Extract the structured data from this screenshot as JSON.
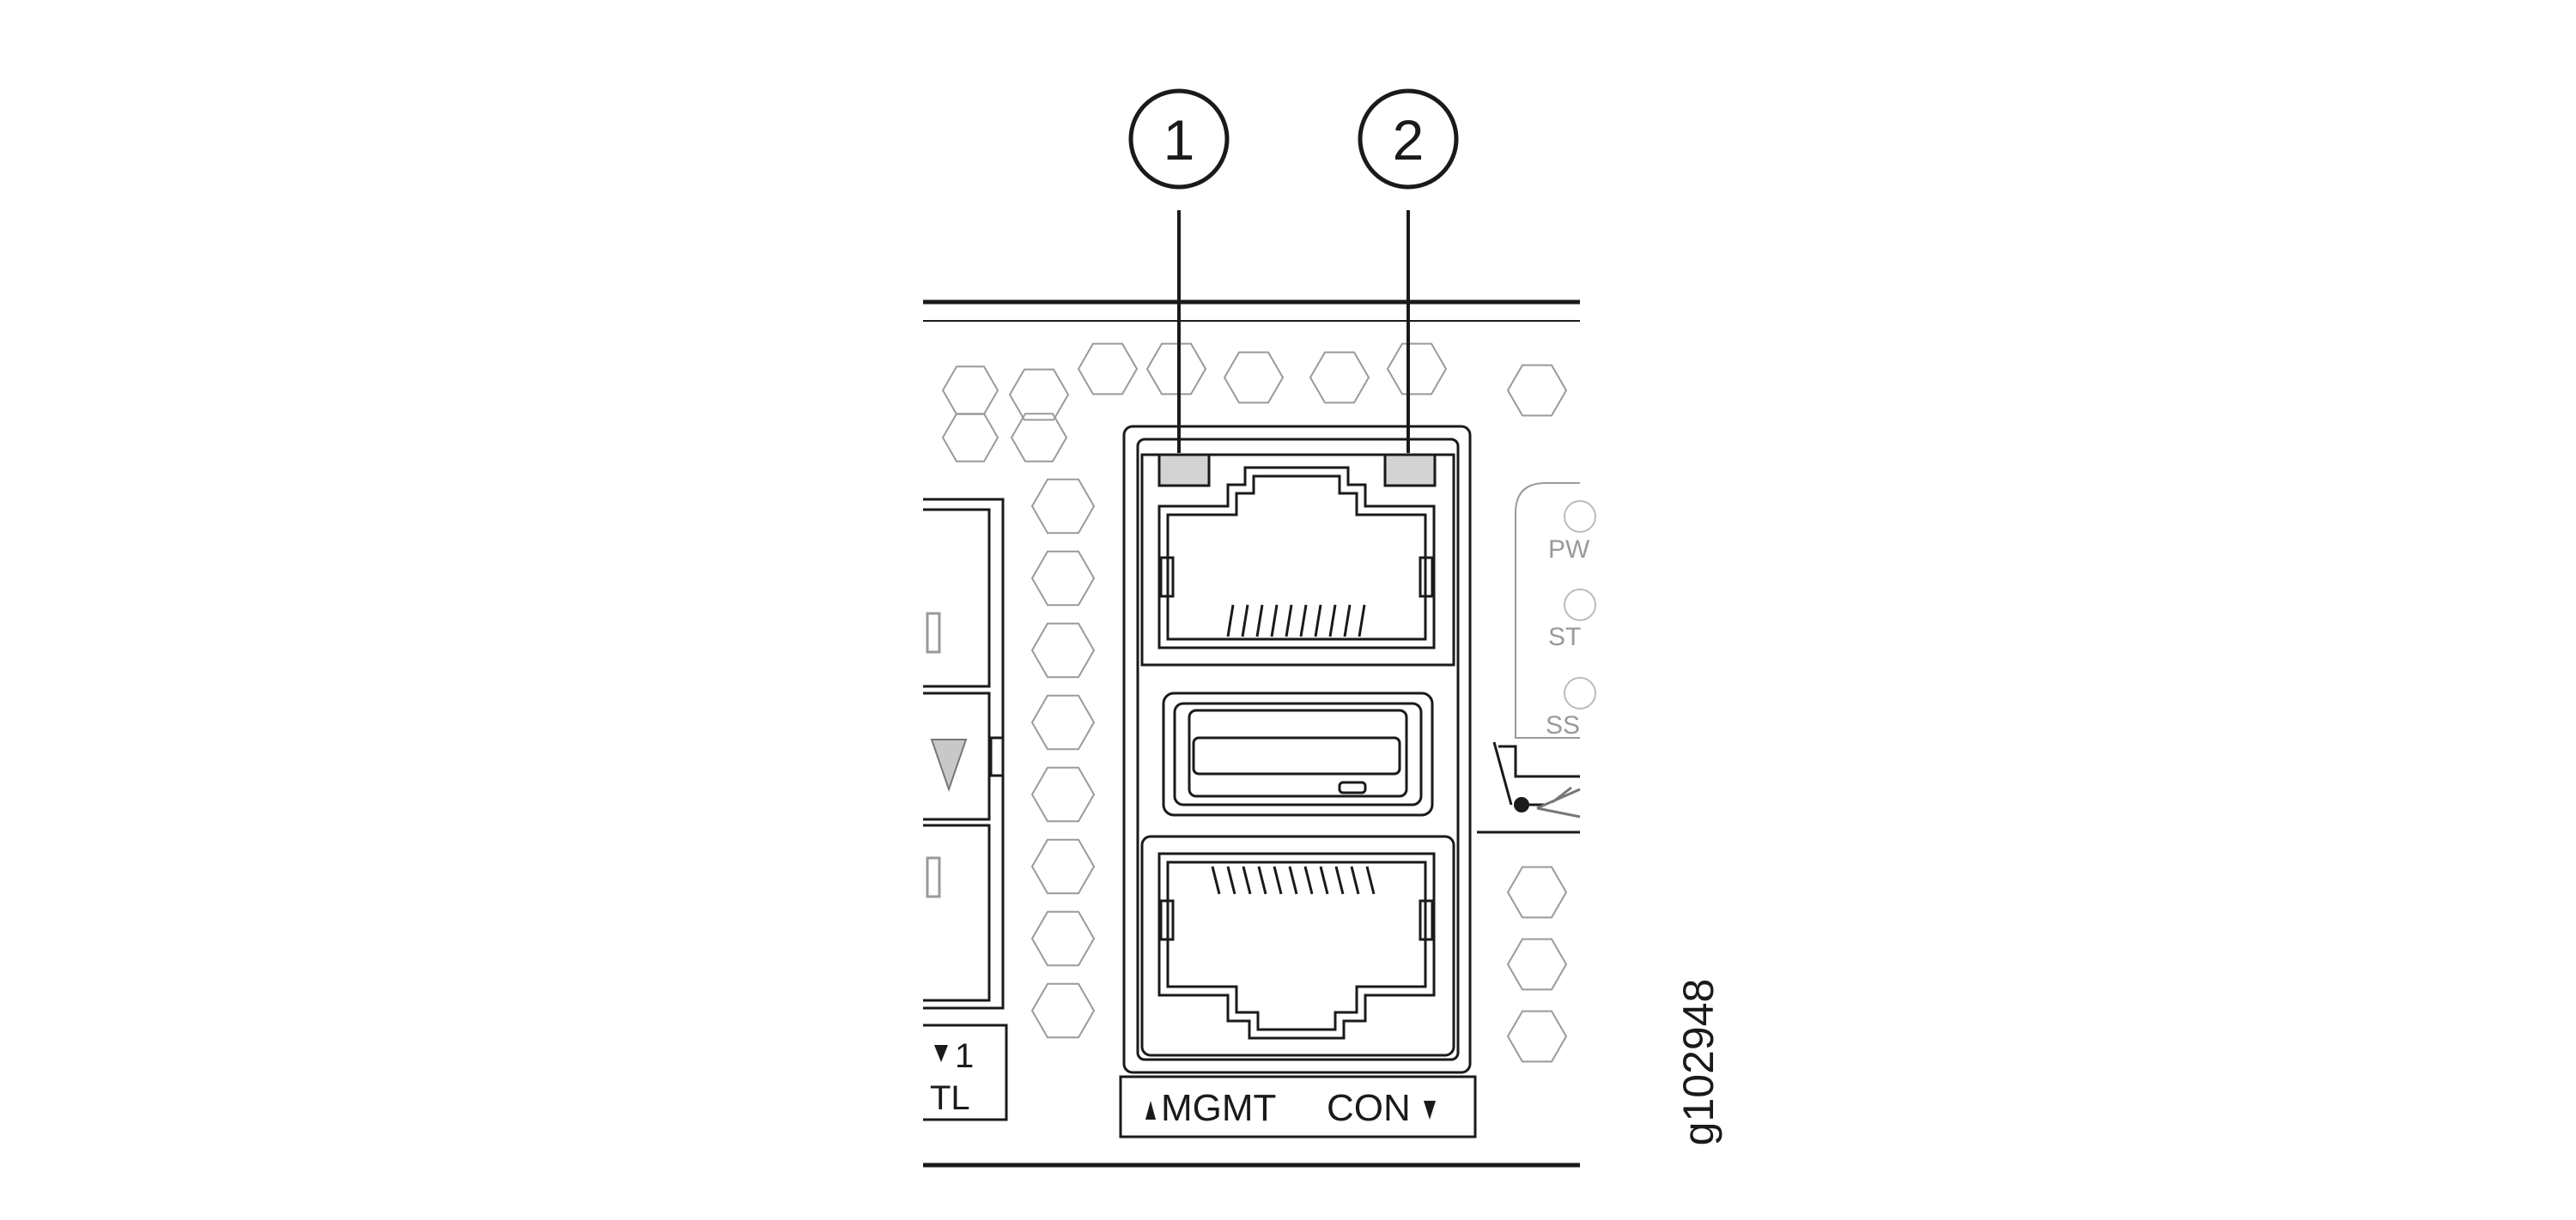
{
  "callouts": [
    {
      "number": "1",
      "target": "left-led"
    },
    {
      "number": "2",
      "target": "right-led"
    }
  ],
  "panel_labels": {
    "mgmt": "MGMT",
    "con": "CON",
    "port_number": "1",
    "ctl_partial": "TL",
    "pwr_partial": "PW",
    "st_partial": "ST",
    "ss_partial": "SS"
  },
  "figure_id": "g102948",
  "colors": {
    "stroke": "#1a1a1a",
    "hex_pattern": "#9a9a9a",
    "led_fill": "#d3d3d3",
    "background": "#ffffff"
  }
}
